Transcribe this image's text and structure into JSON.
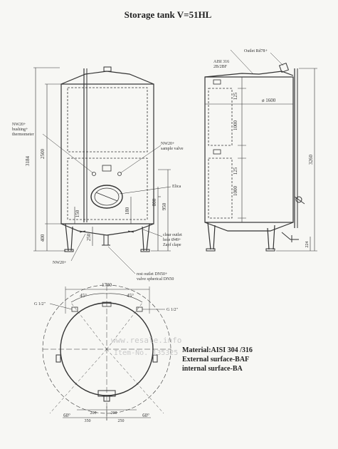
{
  "title": "Storage tank  V=51HL",
  "front_view": {
    "dims": {
      "total_height": "3184",
      "body_height": "2500",
      "leg_height": "400",
      "manway_height": "950",
      "manway_center": "800",
      "outlet_height": "180",
      "outlet_low": "150",
      "drain_offset": "250"
    },
    "labels": {
      "thermometer": [
        "NW20+",
        "bushing+",
        "thermometer"
      ],
      "sample_valve": [
        "NW20+",
        "sample valve"
      ],
      "manway": "Elica",
      "clear_outlet": [
        "clear outlet",
        "hole Ø49+",
        "Zapf clape"
      ],
      "nw20_bottom": "NW20+",
      "rest_outlet": [
        "rest outlet DN50+",
        "valve spherical DN50"
      ]
    }
  },
  "side_view": {
    "outlet_label": "Outlet Rd78+",
    "material_label": [
      "AISI 316",
      "2B/2BF"
    ],
    "diameter": "ø 1600",
    "dims": {
      "top_jacket_gap": "125",
      "upper_jacket": "1000",
      "mid_gap": "125",
      "lower_jacket": "1000",
      "total_height": "3260",
      "foot": "224"
    }
  },
  "top_view": {
    "overall_width": "1700",
    "angle_left": "45°",
    "angle_right": "45°",
    "port_left": "G 1/2\"",
    "port_right": "G 1/2\"",
    "bottom_dims": [
      "200",
      "200",
      "350",
      "250"
    ],
    "bottom_angles": [
      "60°",
      "60°"
    ]
  },
  "material_text": [
    "Material:AISI 304 /316",
    "External surface-BAF",
    "internal surface-BA"
  ],
  "watermark": [
    "www.resale.info",
    "Item-No. 135325"
  ]
}
